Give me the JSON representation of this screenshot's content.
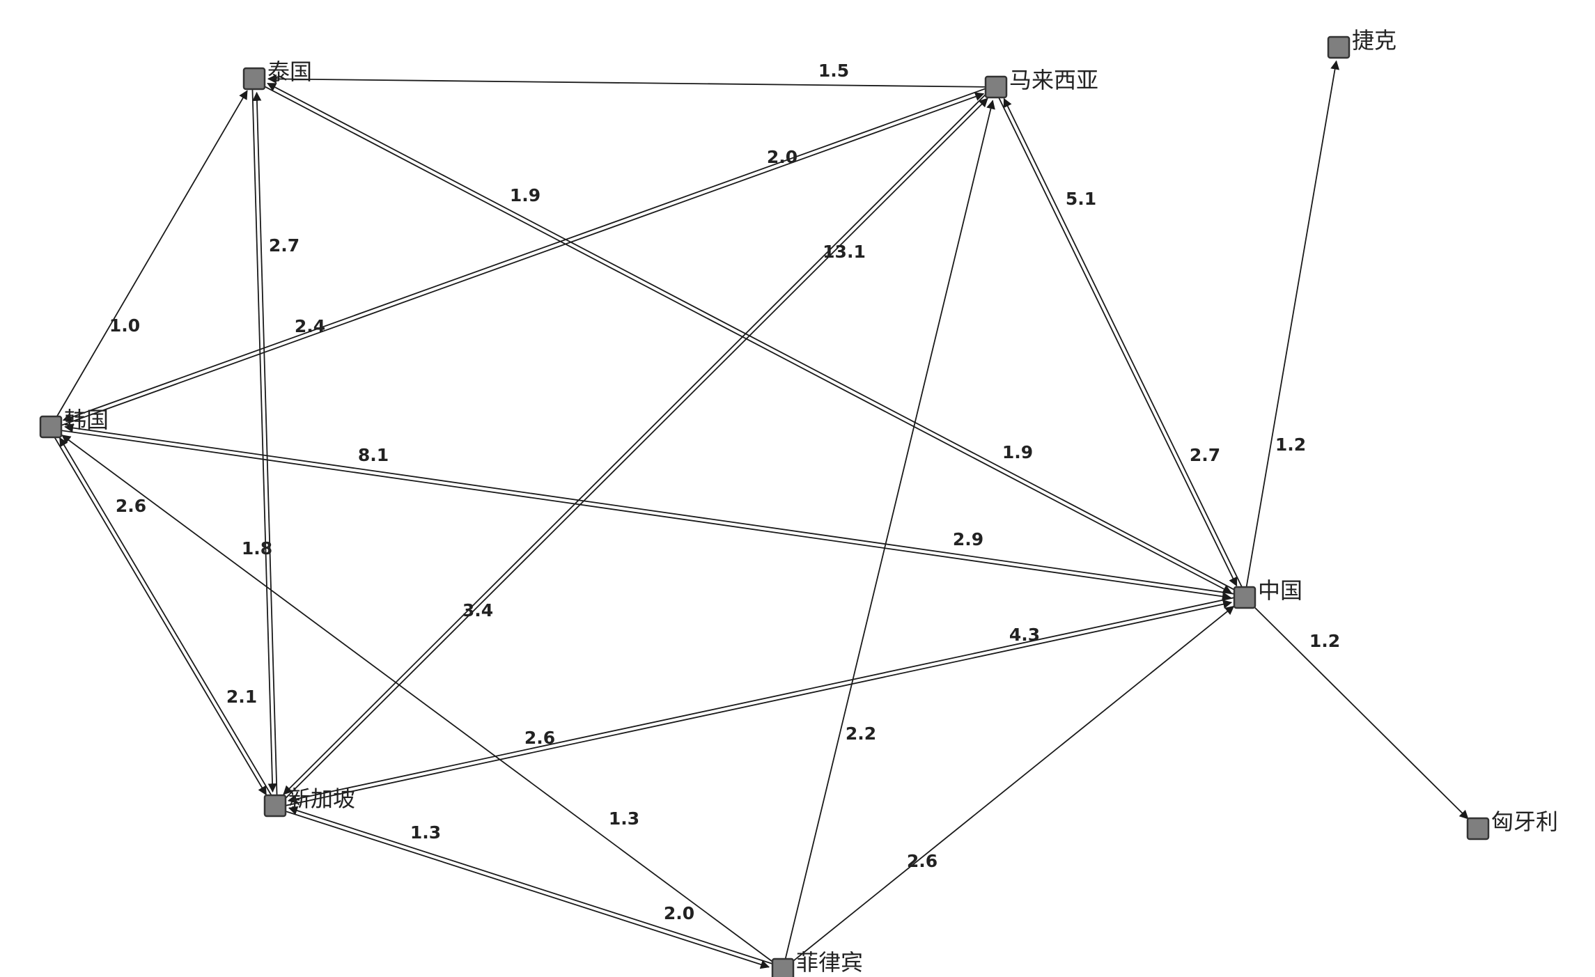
{
  "colors": {
    "node_fill": "#7f7f7f",
    "node_stroke": "#333333",
    "edge": "#1a1a1a",
    "text": "#222222"
  },
  "nodes": [
    {
      "id": "thailand",
      "label": "泰国"
    },
    {
      "id": "malaysia",
      "label": "马来西亚"
    },
    {
      "id": "czech",
      "label": "捷克"
    },
    {
      "id": "korea",
      "label": "韩国"
    },
    {
      "id": "china",
      "label": "中国"
    },
    {
      "id": "singapore",
      "label": "新加坡"
    },
    {
      "id": "hungary",
      "label": "匈牙利"
    },
    {
      "id": "philippines",
      "label": "菲律宾"
    }
  ],
  "edges": [
    {
      "from": "malaysia",
      "to": "thailand",
      "label": "1.5"
    },
    {
      "from": "korea",
      "to": "malaysia",
      "label": "2.0"
    },
    {
      "from": "singapore",
      "to": "malaysia",
      "label": "13.1"
    },
    {
      "from": "philippines",
      "to": "malaysia",
      "label": "2.2"
    },
    {
      "from": "china",
      "to": "malaysia",
      "label": "5.1"
    },
    {
      "from": "malaysia",
      "to": "china",
      "label": "2.7"
    },
    {
      "from": "thailand",
      "to": "china",
      "label": "1.9"
    },
    {
      "from": "china",
      "to": "thailand",
      "label": "1.9"
    },
    {
      "from": "korea",
      "to": "thailand",
      "label": "1.0"
    },
    {
      "from": "thailand",
      "to": "singapore",
      "label": "2.7"
    },
    {
      "from": "singapore",
      "to": "thailand",
      "label": "1.8"
    },
    {
      "from": "malaysia",
      "to": "korea",
      "label": "2.4"
    },
    {
      "from": "korea",
      "to": "china",
      "label": "8.1"
    },
    {
      "from": "china",
      "to": "korea",
      "label": "2.9"
    },
    {
      "from": "singapore",
      "to": "korea",
      "label": "2.6"
    },
    {
      "from": "korea",
      "to": "singapore",
      "label": "2.1"
    },
    {
      "from": "philippines",
      "to": "korea",
      "label": "1.3"
    },
    {
      "from": "malaysia",
      "to": "singapore",
      "label": "3.4"
    },
    {
      "from": "singapore",
      "to": "china",
      "label": "4.3"
    },
    {
      "from": "china",
      "to": "singapore",
      "label": "2.6"
    },
    {
      "from": "philippines",
      "to": "singapore",
      "label": "1.3"
    },
    {
      "from": "singapore",
      "to": "philippines",
      "label": "2.0"
    },
    {
      "from": "philippines",
      "to": "china",
      "label": "2.6"
    },
    {
      "from": "china",
      "to": "czech",
      "label": "1.2"
    },
    {
      "from": "china",
      "to": "hungary",
      "label": "1.2"
    }
  ]
}
